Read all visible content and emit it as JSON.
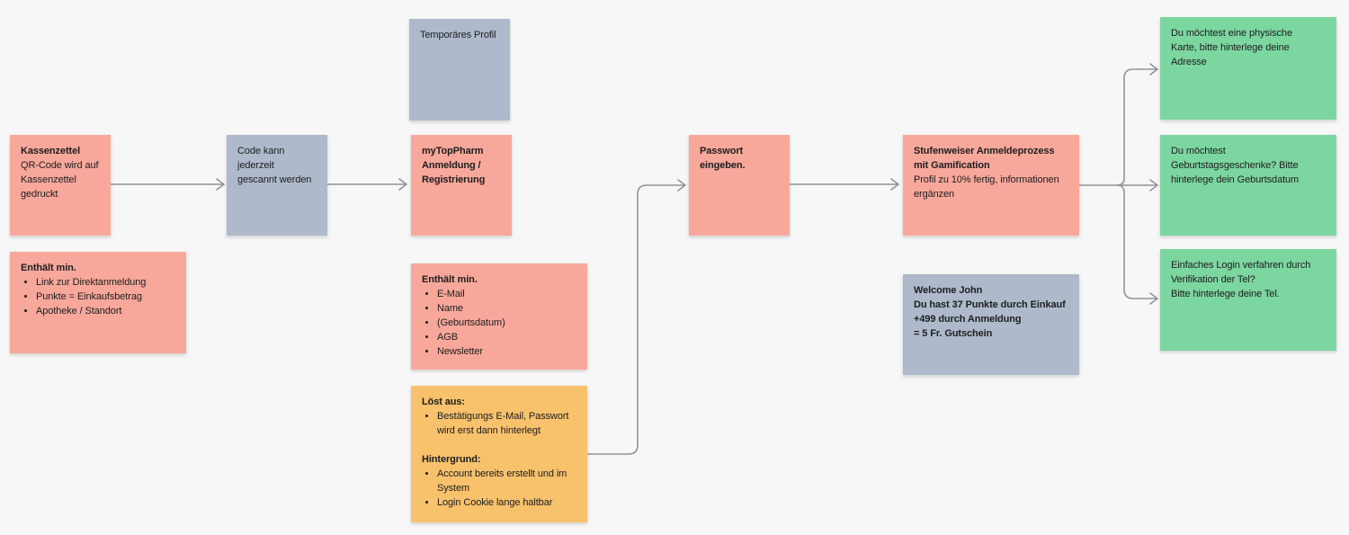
{
  "colors": {
    "background": "#F7F7F7",
    "note_salmon": "#F8A89B",
    "note_gray": "#AEBACB",
    "note_orange": "#F8C26C",
    "note_green": "#7CD6A0",
    "connector": "#8F9499",
    "text": "#1D1D1F"
  },
  "nodes": {
    "kassenzettel": {
      "title_lines": [
        "Kassenzettel"
      ],
      "body_lines": [
        "QR-Code wird auf",
        "Kassenzettel",
        "gedruckt"
      ]
    },
    "enthaelt_kassenzettel": {
      "title_lines": [
        "Enthält min."
      ],
      "bullets": [
        [
          "Link zur Direktanmeldung"
        ],
        [
          "Punkte = Einkaufsbetrag"
        ],
        [
          "Apotheke / Standort"
        ]
      ]
    },
    "code": {
      "body_lines": [
        "Code kann",
        "jederzeit",
        "gescannt werden"
      ]
    },
    "temporaeres_profil": {
      "body_lines": [
        "Temporäres Profil"
      ]
    },
    "mytoppharm": {
      "title_lines": [
        "myTopPharm",
        "Anmeldung /",
        "Registrierung"
      ]
    },
    "enthaelt_anmeldung": {
      "title_lines": [
        "Enthält min."
      ],
      "bullets": [
        [
          "E-Mail"
        ],
        [
          "Name"
        ],
        [
          "(Geburtsdatum)"
        ],
        [
          "AGB"
        ],
        [
          "Newsletter"
        ]
      ]
    },
    "loest_aus": {
      "title_lines": [
        "Löst aus:"
      ],
      "bullets_ausloeser": [
        [
          "Bestätigungs E-Mail, Passwort",
          "wird erst dann hinterlegt"
        ]
      ],
      "subtitle_lines": [
        "Hintergrund:"
      ],
      "bullets_hintergrund": [
        [
          "Account bereits erstellt und im",
          "System"
        ],
        [
          "Login Cookie lange haltbar"
        ]
      ]
    },
    "passwort": {
      "title_lines": [
        "Passwort",
        "eingeben."
      ]
    },
    "stufenweiser": {
      "title_lines": [
        "Stufenweiser Anmeldeprozess",
        "mit Gamification"
      ],
      "body_lines": [
        "Profil zu 10% fertig, informationen",
        "ergänzen"
      ]
    },
    "welcome": {
      "title_lines": [
        "Welcome John",
        "Du hast 37 Punkte durch Einkauf",
        "+499 durch Anmeldung",
        "= 5 Fr. Gutschein"
      ]
    },
    "green_karte": {
      "body_lines": [
        "Du möchtest eine physische",
        "Karte, bitte hinterlege deine",
        "Adresse"
      ]
    },
    "green_geburtstag": {
      "body_lines": [
        "Du möchtest",
        "Geburtstagsgeschenke? Bitte",
        "hinterlege dein Geburtsdatum"
      ]
    },
    "green_telefon": {
      "body_lines": [
        "Einfaches Login verfahren durch",
        "Verifikation der Tel?",
        "Bitte hinterlege deine Tel."
      ]
    }
  }
}
